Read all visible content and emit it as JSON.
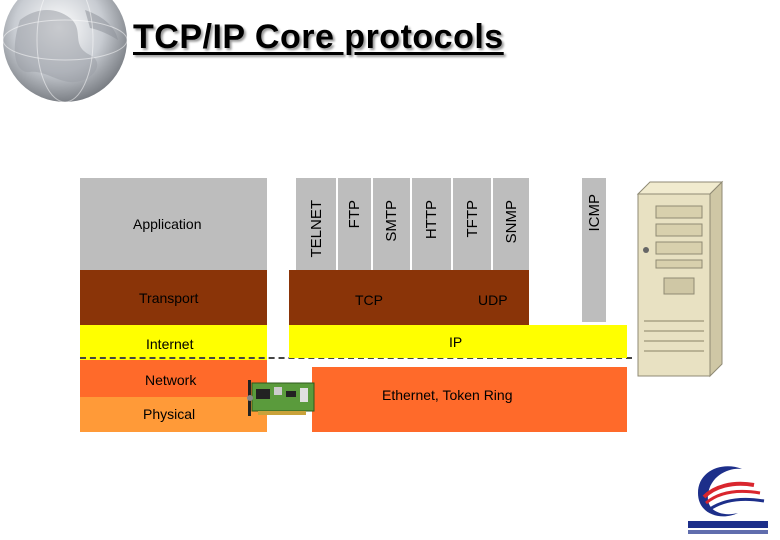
{
  "title": "TCP/IP Core protocols",
  "layers": {
    "application": "Application",
    "transport": "Transport",
    "internet": "Internet",
    "network": "Network",
    "physical": "Physical"
  },
  "app_protocols": [
    "TELNET",
    "FTP",
    "SMTP",
    "HTTP",
    "TFTP",
    "SNMP"
  ],
  "icmp": "ICMP",
  "tcp": "TCP",
  "udp": "UDP",
  "ip": "IP",
  "link": "Ethernet, Token Ring",
  "colors": {
    "application": "#bdbdbd",
    "transport": "#8a3408",
    "internet": "#ffff00",
    "network": "#ff6a2a",
    "physical": "#ff9a38",
    "vertical_grey": "#bdbdbd"
  }
}
